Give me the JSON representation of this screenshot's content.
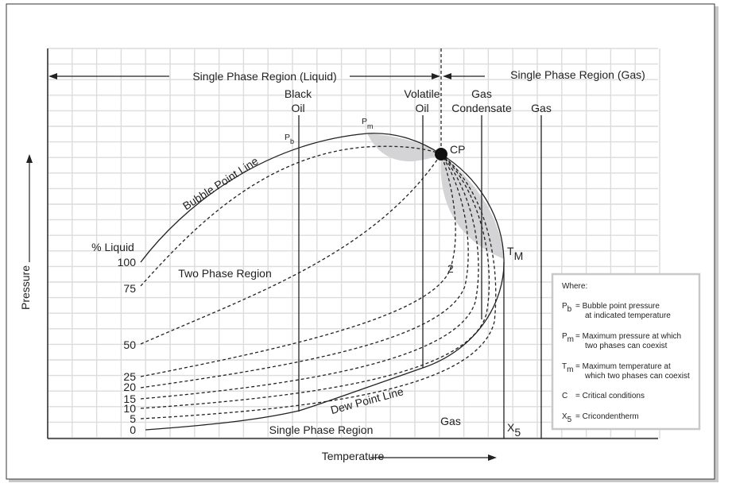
{
  "regions": {
    "liquid": "Single Phase Region (Liquid)",
    "gas": "Single Phase Region (Gas)",
    "two_phase": "Two Phase Region",
    "single_bottom": "Single Phase Region",
    "gas_bottom": "Gas"
  },
  "fluid_types": {
    "black_oil": [
      "Black",
      "Oil"
    ],
    "volatile_oil": [
      "Volatile",
      "Oil"
    ],
    "gas_condensate": [
      "Gas",
      "Condensate"
    ],
    "gas": "Gas"
  },
  "curves": {
    "bubble_point": "Bubble Point Line",
    "dew_point": "Dew Point Line"
  },
  "points": {
    "pb": {
      "main": "P",
      "sub": "b"
    },
    "pm": {
      "main": "P",
      "sub": "m"
    },
    "cp": "CP",
    "tm": {
      "main": "T",
      "sub": "M"
    },
    "x5": {
      "main": "X",
      "sub": "5"
    },
    "two": "2"
  },
  "liquid_axis": {
    "title": "% Liquid",
    "values": [
      "100",
      "75",
      "50",
      "25",
      "20",
      "15",
      "10",
      "5",
      "0"
    ]
  },
  "axes": {
    "y": "Pressure",
    "x": "Temperature"
  },
  "legend": {
    "title": "Where:",
    "items": [
      {
        "sym": "P",
        "sub": "b",
        "lines": [
          "= Bubble point pressure",
          "at indicated temperature"
        ]
      },
      {
        "sym": "P",
        "sub": "m",
        "lines": [
          "= Maximum pressure at which",
          "two phases can coexist"
        ]
      },
      {
        "sym": "T",
        "sub": "m",
        "lines": [
          "= Maximum temperature at",
          "which two phases can coexist"
        ]
      },
      {
        "sym": "C",
        "sub": "",
        "lines": [
          "= Critical conditions"
        ]
      },
      {
        "sym": "X",
        "sub": "5",
        "lines": [
          "= Cricondentherm"
        ]
      }
    ]
  },
  "colors": {
    "shade": "#d4d4d6",
    "grid": "#dcdcdc",
    "ink": "#222222"
  }
}
